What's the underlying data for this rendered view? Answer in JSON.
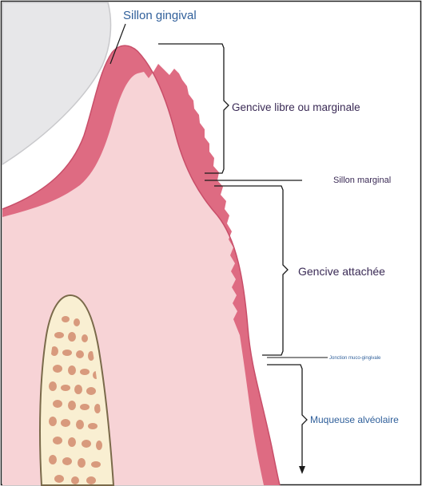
{
  "labels": {
    "sillon_gingival": "Sillon gingival",
    "gencive_libre": "Gencive libre ou marginale",
    "sillon_marginal": "Sillon marginal",
    "gencive_attachee": "Gencive attachée",
    "jonction": "Jonction muco-gingivale",
    "muqueuse": "Muqueuse alvéolaire"
  },
  "colors": {
    "gingiva_surface": "#de6b82",
    "gingiva_body": "#f7d3d6",
    "tooth": "#e7e7e9",
    "bone_cortex": "#f9efd2",
    "bone_spongy": "#d89a7d",
    "label_text": "#3a2a55",
    "label_blue": "#2f5f9a",
    "bracket_line": "#1a1a1a"
  },
  "icons": [
    "down-arrow-icon"
  ]
}
